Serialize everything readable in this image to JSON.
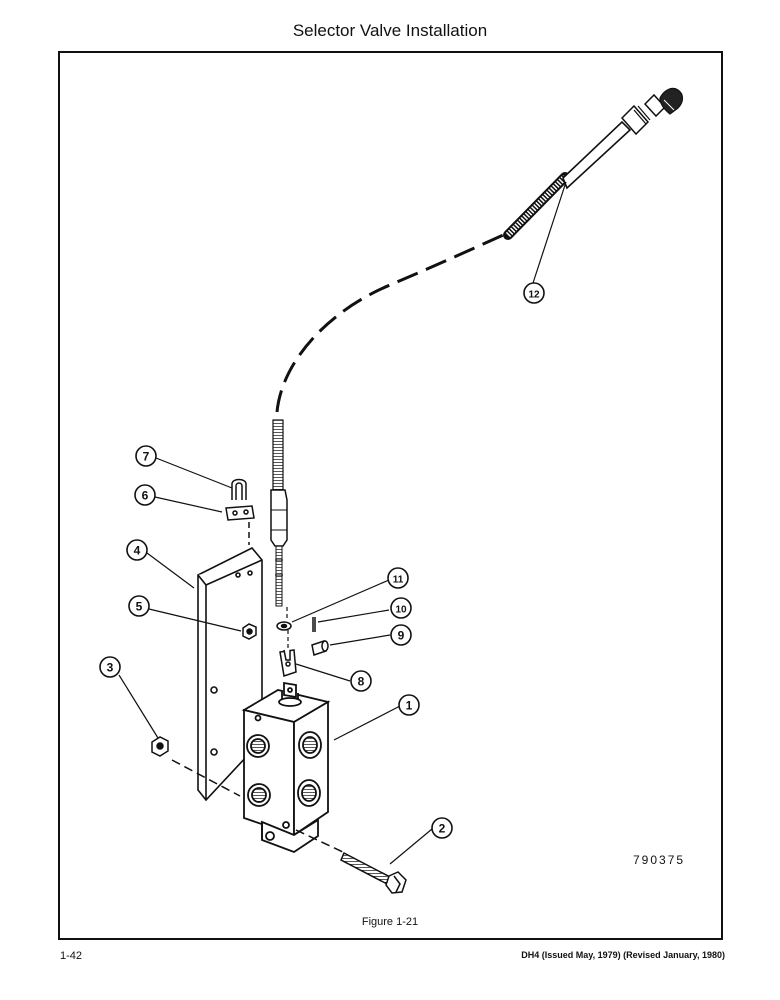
{
  "page": {
    "title": "Selector Valve Installation",
    "figure_caption": "Figure 1-21",
    "drawing_number": "790375",
    "page_number": "1-42",
    "document_ref": "DH4 (Issued May, 1979) (Revised January, 1980)"
  },
  "callouts": [
    "1",
    "2",
    "3",
    "4",
    "5",
    "6",
    "7",
    "8",
    "9",
    "10",
    "11",
    "12"
  ]
}
